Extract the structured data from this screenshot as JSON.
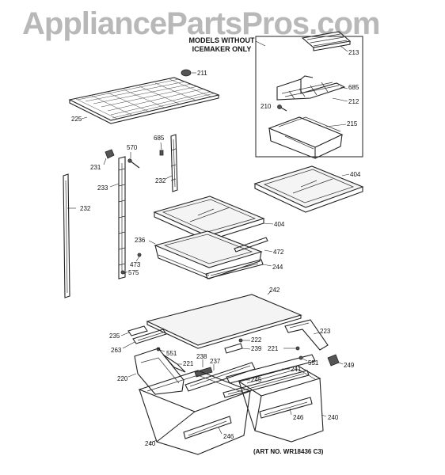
{
  "watermark": "AppliancePartsPros.com",
  "inset_title_line1": "MODELS WITHOUT",
  "inset_title_line2": "ICEMAKER ONLY",
  "art_number": "(ART NO. WR18436 C3)",
  "callouts": [
    {
      "id": "c-213",
      "label": "213"
    },
    {
      "id": "c-685a",
      "label": "685"
    },
    {
      "id": "c-212",
      "label": "212"
    },
    {
      "id": "c-210",
      "label": "210"
    },
    {
      "id": "c-215",
      "label": "215"
    },
    {
      "id": "c-211",
      "label": "211"
    },
    {
      "id": "c-225",
      "label": "225"
    },
    {
      "id": "c-685b",
      "label": "685"
    },
    {
      "id": "c-570",
      "label": "570"
    },
    {
      "id": "c-231",
      "label": "231"
    },
    {
      "id": "c-233",
      "label": "233"
    },
    {
      "id": "c-232a",
      "label": "232"
    },
    {
      "id": "c-232b",
      "label": "232"
    },
    {
      "id": "c-404a",
      "label": "404"
    },
    {
      "id": "c-404b",
      "label": "404"
    },
    {
      "id": "c-236",
      "label": "236"
    },
    {
      "id": "c-472",
      "label": "472"
    },
    {
      "id": "c-473",
      "label": "473"
    },
    {
      "id": "c-575",
      "label": "575"
    },
    {
      "id": "c-244",
      "label": "244"
    },
    {
      "id": "c-242",
      "label": "242"
    },
    {
      "id": "c-235",
      "label": "235"
    },
    {
      "id": "c-222",
      "label": "222"
    },
    {
      "id": "c-223",
      "label": "223"
    },
    {
      "id": "c-263",
      "label": "263"
    },
    {
      "id": "c-551a",
      "label": "551"
    },
    {
      "id": "c-239",
      "label": "239"
    },
    {
      "id": "c-221a",
      "label": "221"
    },
    {
      "id": "c-238",
      "label": "238"
    },
    {
      "id": "c-237",
      "label": "237"
    },
    {
      "id": "c-221b",
      "label": "221"
    },
    {
      "id": "c-551b",
      "label": "551"
    },
    {
      "id": "c-249",
      "label": "249"
    },
    {
      "id": "c-220",
      "label": "220"
    },
    {
      "id": "c-241",
      "label": "241"
    },
    {
      "id": "c-245",
      "label": "245"
    },
    {
      "id": "c-246a",
      "label": "246"
    },
    {
      "id": "c-240a",
      "label": "240"
    },
    {
      "id": "c-246b",
      "label": "246"
    },
    {
      "id": "c-240b",
      "label": "240"
    }
  ]
}
